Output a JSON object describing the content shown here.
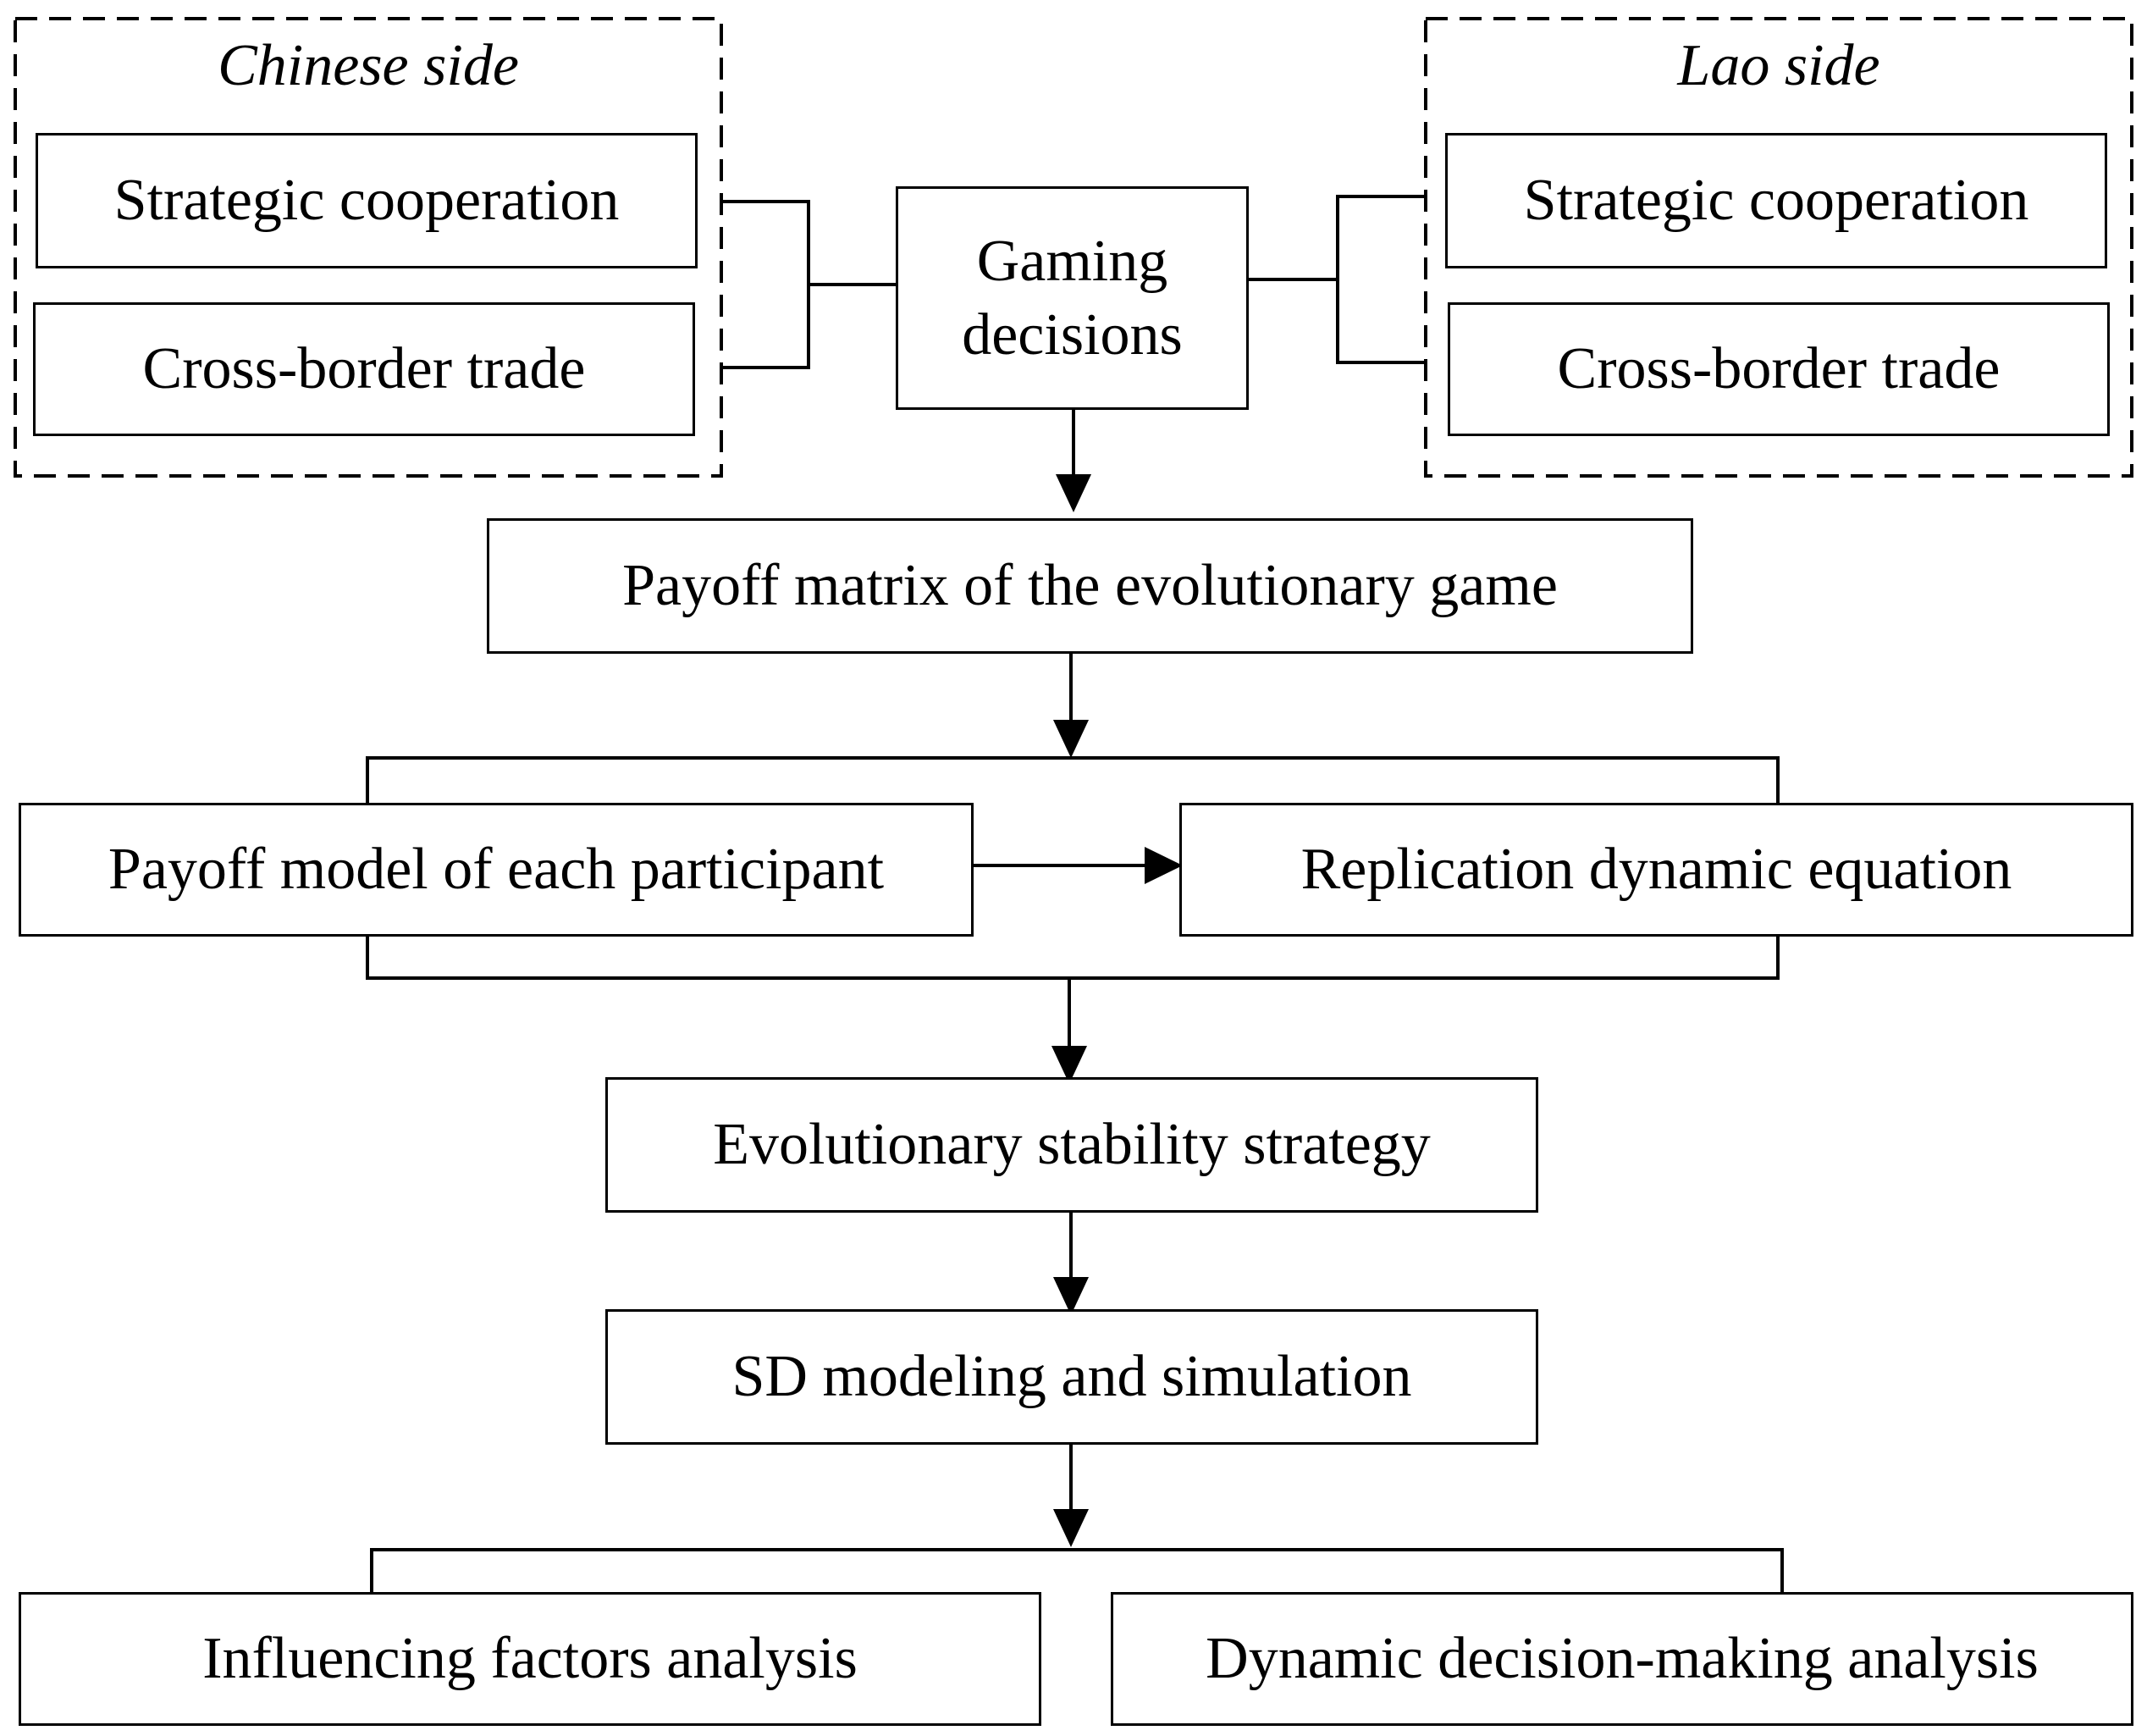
{
  "chinese_side": {
    "title": "Chinese side",
    "items": [
      "Strategic cooperation",
      "Cross-border trade"
    ]
  },
  "lao_side": {
    "title": "Lao side",
    "items": [
      "Strategic cooperation",
      "Cross-border trade"
    ]
  },
  "center": {
    "gaming_decisions": "Gaming decisions"
  },
  "steps": {
    "payoff_matrix": "Payoff matrix of the evolutionary game",
    "payoff_model": "Payoff model of each participant",
    "replication": "Replication dynamic equation",
    "ess": "Evolutionary stability strategy",
    "sd": "SD modeling and simulation",
    "influencing": "Influencing factors analysis",
    "dynamic": "Dynamic decision-making analysis"
  }
}
